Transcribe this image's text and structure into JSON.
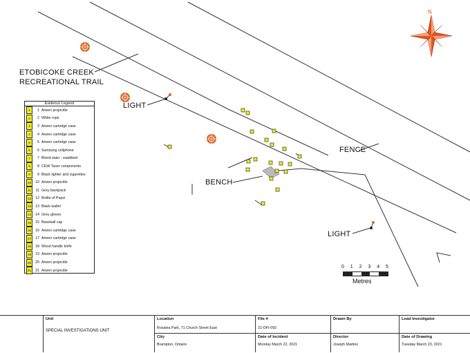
{
  "labels": {
    "trail_line1": "ETOBICOKE CREEK",
    "trail_line2": "RECREATIONAL TRAIL",
    "light_top": "LIGHT",
    "light_bottom": "LIGHT",
    "fence": "FENCE",
    "bench": "BENCH"
  },
  "compass": {
    "north": "N",
    "color": "#e8541c"
  },
  "legend": {
    "title": "Evidence Legend",
    "items": [
      {
        "n": "1",
        "text": "Arwen projectile"
      },
      {
        "n": "2",
        "text": "White rope"
      },
      {
        "n": "3",
        "text": "Arwen cartridge case"
      },
      {
        "n": "4",
        "text": "Arwen cartridge case"
      },
      {
        "n": "5",
        "text": "Arwen cartridge case"
      },
      {
        "n": "6",
        "text": "Samsung cellphone"
      },
      {
        "n": "7",
        "text": "Blood stain - swabbed"
      },
      {
        "n": "8",
        "text": "CEW Taser components"
      },
      {
        "n": "9",
        "text": "Black lighter and cigarettes"
      },
      {
        "n": "10",
        "text": "Arwen projectile"
      },
      {
        "n": "11",
        "text": "Grey backpack"
      },
      {
        "n": "12",
        "text": "Bottle of Pepsi"
      },
      {
        "n": "13",
        "text": "Black wallet"
      },
      {
        "n": "14",
        "text": "Grey gloves"
      },
      {
        "n": "15",
        "text": "Baseball cap"
      },
      {
        "n": "16",
        "text": "Arwen cartridge case"
      },
      {
        "n": "17",
        "text": "Arwen cartridge case"
      },
      {
        "n": "18",
        "text": "Wood handle knife"
      },
      {
        "n": "19",
        "text": "Arwen projectile"
      },
      {
        "n": "20",
        "text": "Arwen projectile"
      },
      {
        "n": "21",
        "text": "Arwen projectile"
      }
    ]
  },
  "scale": {
    "ticks": [
      "0",
      "1",
      "2",
      "3",
      "4",
      "5"
    ],
    "unit": "Metres"
  },
  "title_block": {
    "unit_label": "Unit",
    "unit_value": "SPECIAL INVESTIGATIONS UNIT",
    "location_label": "Location",
    "location_value": "Rosalea Park, 71 Church Street East",
    "city_label": "City",
    "city_value": "Brampton, Ontario",
    "file_label": "File #",
    "file_value": "21-OFI-092",
    "incident_label": "Date of Incident",
    "incident_value": "Monday March 22, 2021",
    "drawn_label": "Drawn By",
    "drawn_value": "",
    "director_label": "Director",
    "director_value": "Joseph Martino",
    "lead_label": "Lead Investigator",
    "lead_value": "",
    "drawing_date_label": "Date of Drawing",
    "drawing_date_value": "Tuesday March 23, 2021"
  },
  "colors": {
    "marker": "#f2ec1c",
    "tree": "#d9692a"
  }
}
